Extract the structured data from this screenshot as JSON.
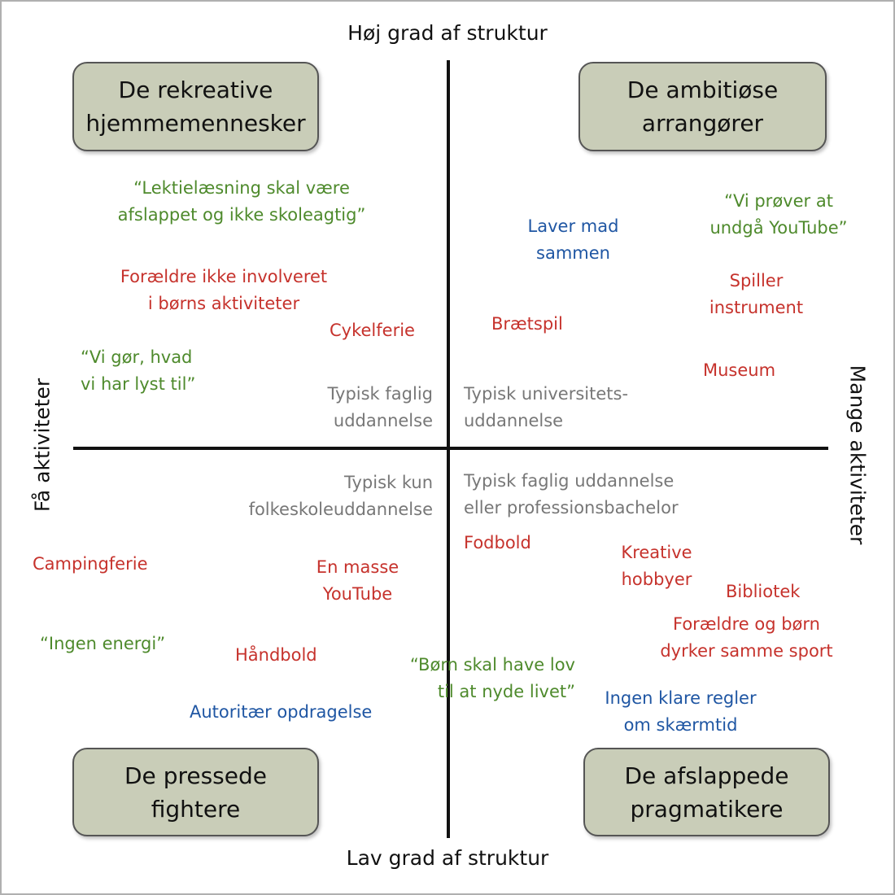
{
  "colors": {
    "quote": "#4e8a2c",
    "activity": "#c6322c",
    "parenting": "#1f56a3",
    "education": "#777777",
    "box_fill": "#c9cdb8"
  },
  "axes": {
    "top": "Høj grad af struktur",
    "bottom": "Lav grad af struktur",
    "left": "Få aktiviteter",
    "right": "Mange aktiviteter"
  },
  "quadrant_titles": {
    "top_left": "De rekreative\nhjemmemennesker",
    "top_right": "De ambitiøse\narrangører",
    "bottom_left": "De pressede\nfightere",
    "bottom_right": "De afslappede\npragmatikere"
  },
  "notes": {
    "quote_lektie": "“Lektielæsning skal være\nafslappet og ikke skoleagtig”",
    "foraeldre_ikke": "Forældre ikke involveret\ni børns aktiviteter",
    "cykelferie": "Cykelferie",
    "vi_gor": "“Vi gør, hvad\nvi har lyst til”",
    "edu_faglig_top": "Typisk faglig\nuddannelse",
    "laver_mad": "Laver mad\nsammen",
    "vi_prover": "“Vi prøver at\nundgå YouTube”",
    "spiller": "Spiller\ninstrument",
    "braetspil": "Brætspil",
    "museum": "Museum",
    "edu_universitet": "Typisk universitets-\nuddannelse",
    "edu_folkeskole": "Typisk kun\nfolkeskoleuddannelse",
    "campingferie": "Campingferie",
    "en_masse": "En masse\nYouTube",
    "ingen_energi": "“Ingen energi”",
    "handbold": "Håndbold",
    "autoritaer": "Autoritær opdragelse",
    "born_skal": "“Børn skal have lov\ntil at nyde livet”",
    "edu_faglig_bottom": "Typisk faglig uddannelse\neller professionsbachelor",
    "fodbold": "Fodbold",
    "kreative": "Kreative\nhobbyer",
    "bibliotek": "Bibliotek",
    "foraeldre_og_born": "Forældre og børn\ndyrker samme sport",
    "ingen_regler": "Ingen klare regler\nom skærmtid"
  }
}
